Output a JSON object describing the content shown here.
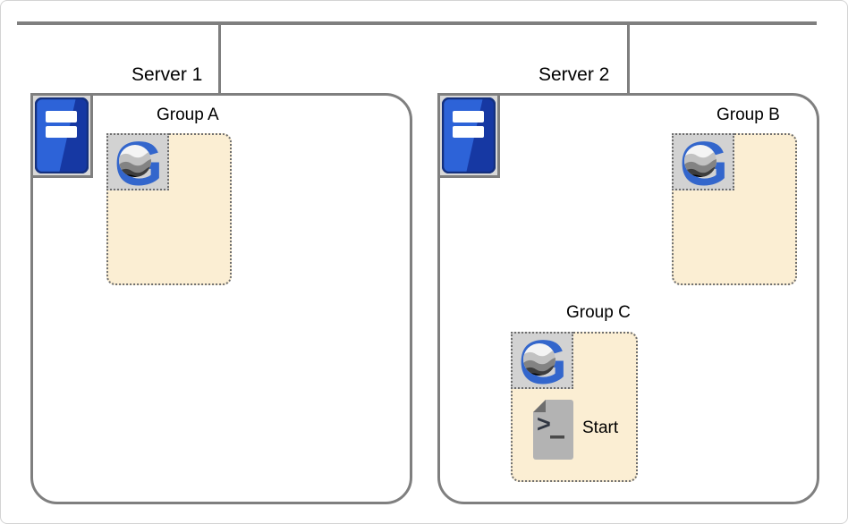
{
  "servers": [
    {
      "label": "Server 1",
      "icon": "server-icon"
    },
    {
      "label": "Server 2",
      "icon": "server-icon"
    }
  ],
  "groups": [
    {
      "label": "Group A",
      "server": "Server 1",
      "icon": "group-logo-icon",
      "resources": []
    },
    {
      "label": "Group B",
      "server": "Server 2",
      "icon": "group-logo-icon",
      "resources": []
    },
    {
      "label": "Group C",
      "server": "Server 2",
      "icon": "group-logo-icon",
      "resources": [
        {
          "label": "Start",
          "icon": "script-icon"
        }
      ]
    }
  ],
  "colors": {
    "connector_gray": "#7f7f7f",
    "group_fill": "#fbeed3",
    "dotted_border": "#6e6e6e",
    "icon_frame_fill": "#d9d9d9",
    "logo_blue": "#3366cc",
    "server_blue_light": "#2d63d8",
    "server_blue_dark": "#1638a3",
    "script_page_gray": "#b3b3b3",
    "script_fold_gray": "#6e6e6e"
  }
}
